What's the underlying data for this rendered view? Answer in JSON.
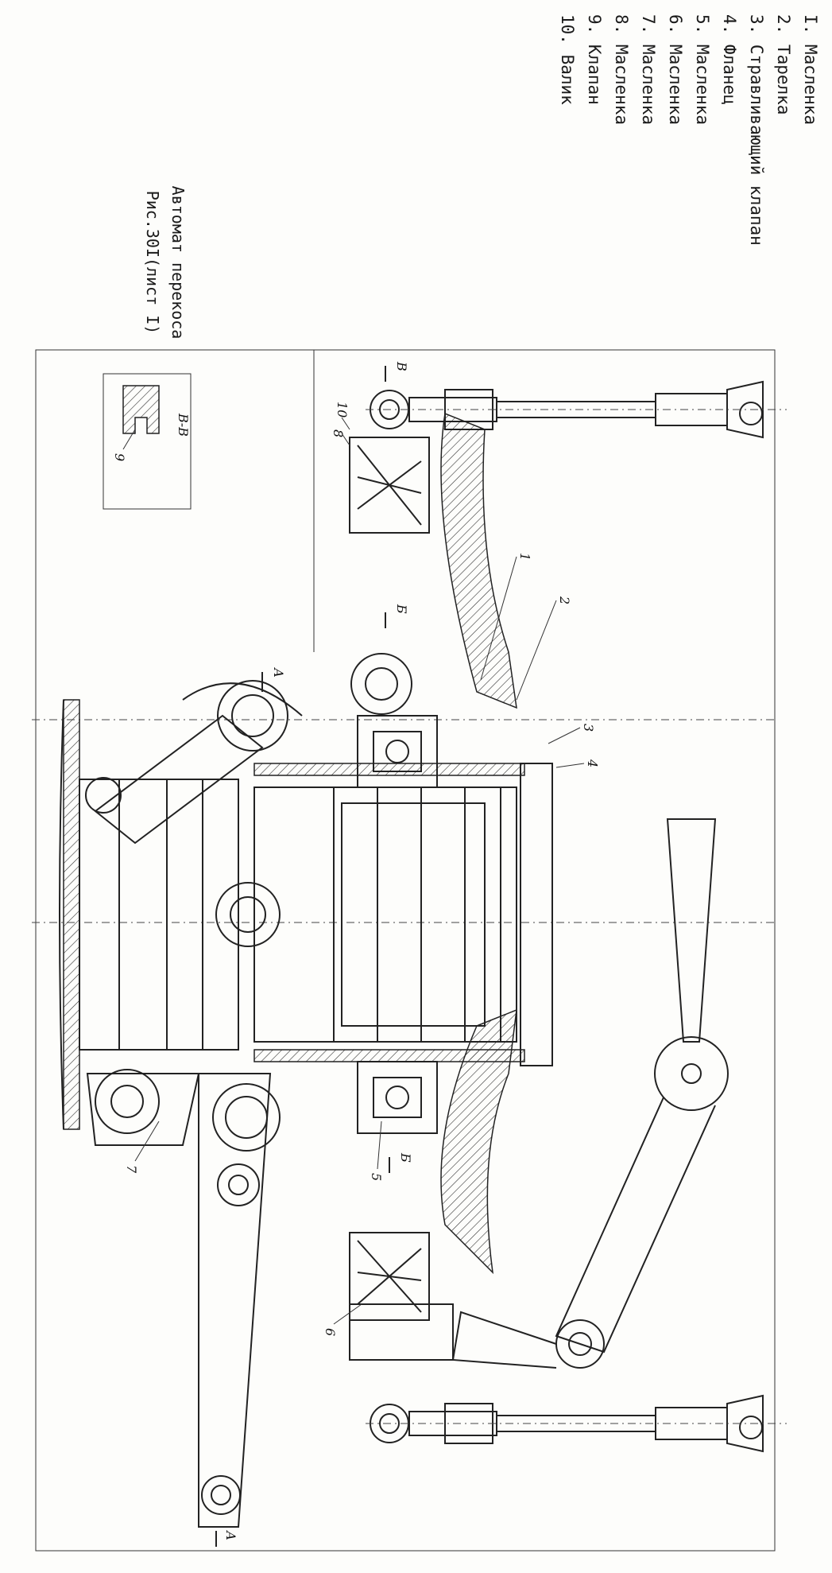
{
  "legend": [
    "I. Масленка",
    "2. Тарелка",
    "3. Стравливающий клапан",
    "4. Фланец",
    "5. Масленка",
    "6. Масленка",
    "7. Масленка",
    "8. Масленка",
    "9. Клапан",
    "10. Валик"
  ],
  "caption": {
    "title": "Автомат перекоса",
    "figure": "Рис.30I(лист I)"
  },
  "section_label": "В-В",
  "callouts": [
    "1",
    "2",
    "3",
    "4",
    "5",
    "6",
    "7",
    "8",
    "9",
    "10"
  ],
  "markers": {
    "a": "А",
    "b": "Б",
    "v": "В"
  }
}
